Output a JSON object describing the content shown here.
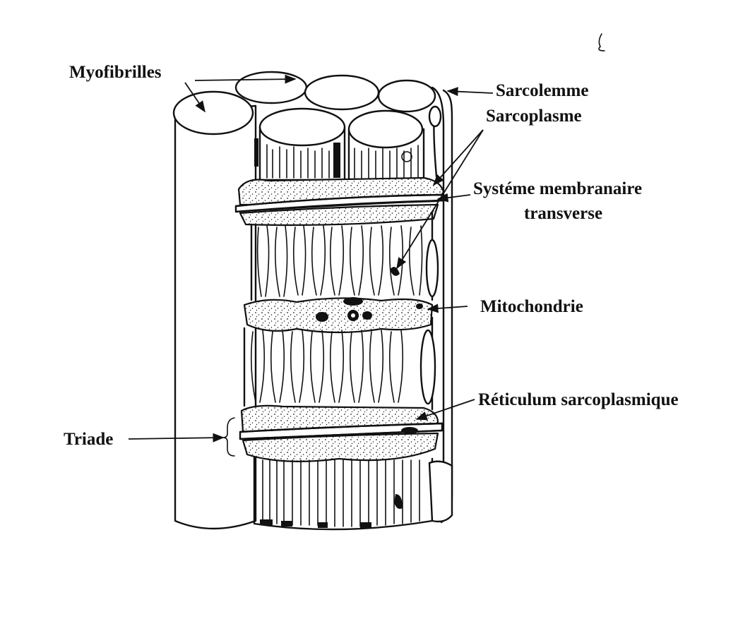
{
  "labels": {
    "myofibrilles": "Myofibrilles",
    "sarcolemme": "Sarcolemme",
    "sarcoplasme": "Sarcoplasme",
    "systeme_line1": "Systéme membranaire",
    "systeme_line2": "transverse",
    "mitochondrie": "Mitochondrie",
    "reticulum": "Réticulum sarcoplasmique",
    "triade": "Triade"
  }
}
